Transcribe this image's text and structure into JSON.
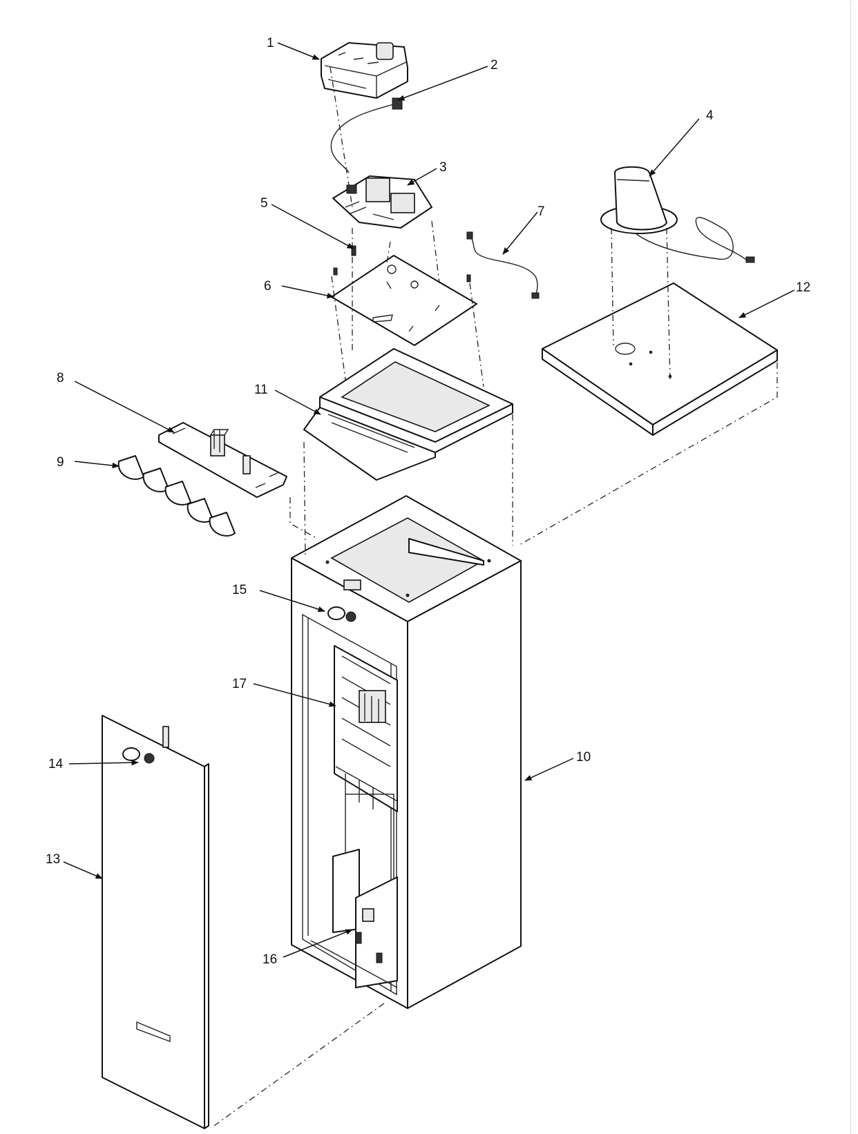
{
  "callouts": [
    {
      "num": "1"
    },
    {
      "num": "2"
    },
    {
      "num": "3"
    },
    {
      "num": "4"
    },
    {
      "num": "5"
    },
    {
      "num": "6"
    },
    {
      "num": "7"
    },
    {
      "num": "8"
    },
    {
      "num": "9"
    },
    {
      "num": "10"
    },
    {
      "num": "11"
    },
    {
      "num": "12"
    },
    {
      "num": "13"
    },
    {
      "num": "14"
    },
    {
      "num": "15"
    },
    {
      "num": "16"
    },
    {
      "num": "17"
    }
  ]
}
